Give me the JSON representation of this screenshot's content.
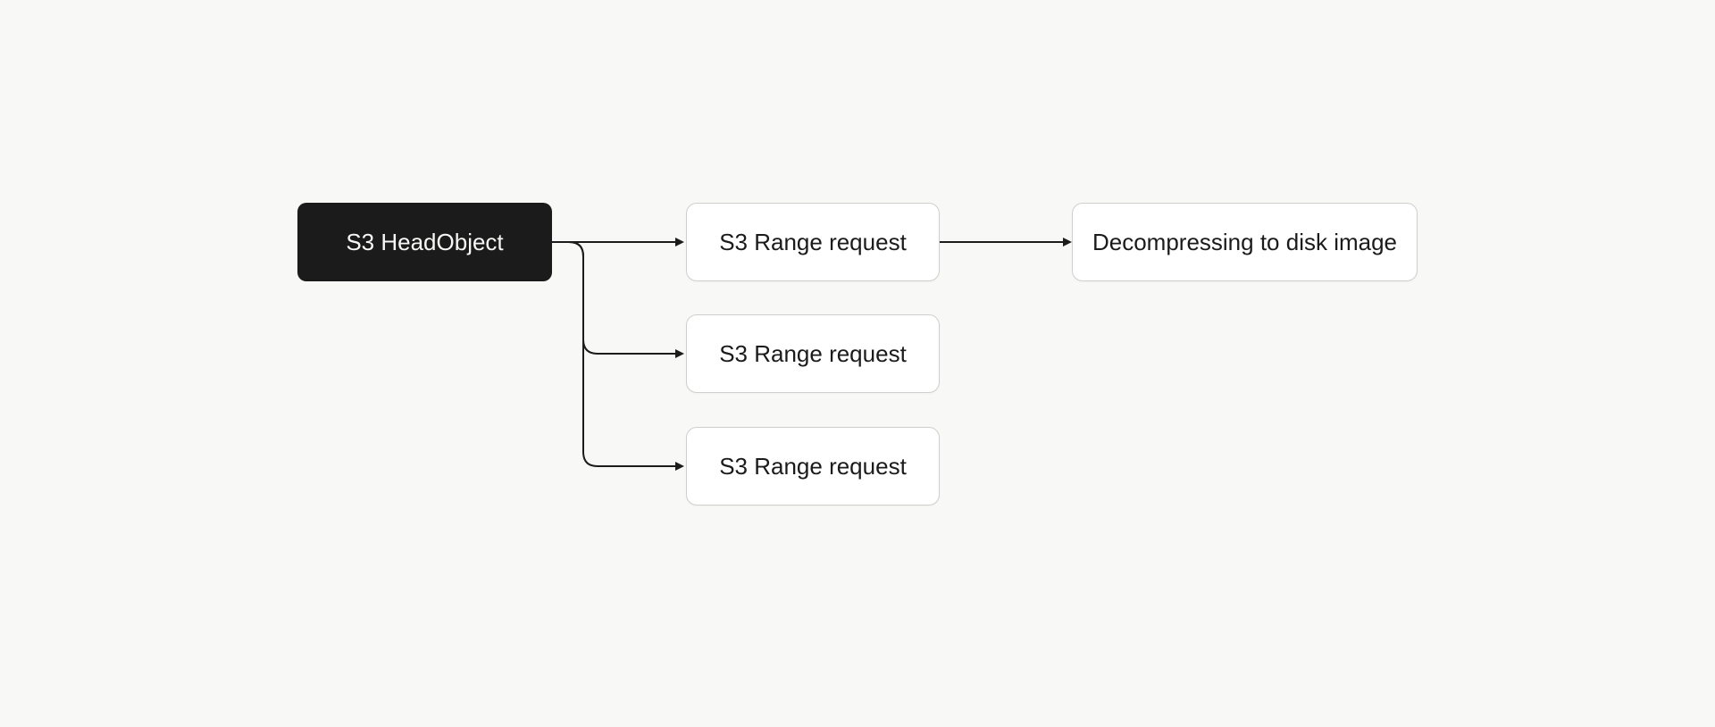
{
  "diagram": {
    "type": "flowchart",
    "background_color": "#f8f8f7",
    "edge_color": "#1c1c1c",
    "nodes": [
      {
        "id": "s3-headobject",
        "label": "S3 HeadObject",
        "style": "dark",
        "fill": "#1b1b1b",
        "text_color": "#f7f7f5"
      },
      {
        "id": "s3-range-request-1",
        "label": "S3 Range request",
        "style": "light",
        "fill": "#ffffff",
        "text_color": "#1b1b1b"
      },
      {
        "id": "s3-range-request-2",
        "label": "S3 Range request",
        "style": "light",
        "fill": "#ffffff",
        "text_color": "#1b1b1b"
      },
      {
        "id": "s3-range-request-3",
        "label": "S3 Range request",
        "style": "light",
        "fill": "#ffffff",
        "text_color": "#1b1b1b"
      },
      {
        "id": "decompressing-to-disk-image",
        "label": "Decompressing to disk image",
        "style": "light",
        "fill": "#ffffff",
        "text_color": "#1b1b1b"
      }
    ],
    "edges": [
      {
        "from": "s3-headobject",
        "to": "s3-range-request-1"
      },
      {
        "from": "s3-headobject",
        "to": "s3-range-request-2"
      },
      {
        "from": "s3-headobject",
        "to": "s3-range-request-3"
      },
      {
        "from": "s3-range-request-1",
        "to": "decompressing-to-disk-image"
      }
    ]
  }
}
